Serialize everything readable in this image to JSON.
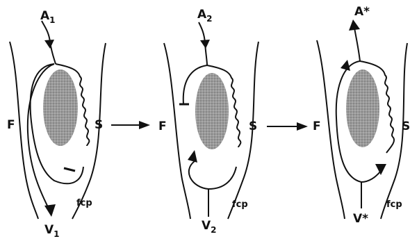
{
  "panels": [
    {
      "top_main": "A",
      "top_sub": "1",
      "bottom_main": "V",
      "bottom_sub": "1",
      "left_label": "F",
      "right_label": "S",
      "region_label": "fcp"
    },
    {
      "top_main": "A",
      "top_sub": "2",
      "bottom_main": "V",
      "bottom_sub": "2",
      "left_label": "F",
      "right_label": "S",
      "region_label": "fcp"
    },
    {
      "top_main": "A*",
      "top_sub": "",
      "bottom_main": "V*",
      "bottom_sub": "",
      "left_label": "F",
      "right_label": "S",
      "region_label": "fcp"
    }
  ],
  "colors": {
    "ink": "#111111",
    "nucleus": "#9a9a9a",
    "background": "#ffffff"
  }
}
